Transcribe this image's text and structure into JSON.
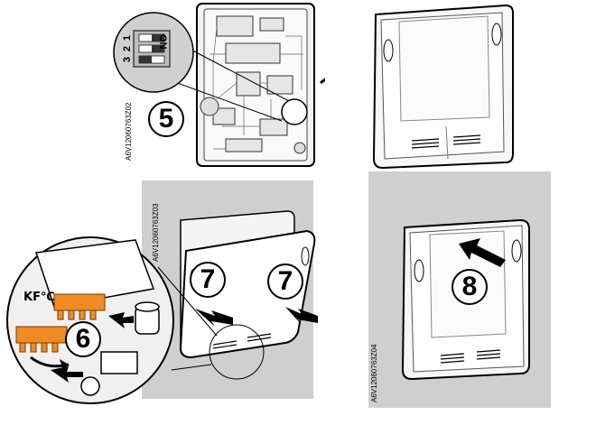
{
  "steps": {
    "s5": "5",
    "s6": "6",
    "s7a": "7",
    "s7b": "7",
    "s8": "8"
  },
  "figure_codes": {
    "top_left": "A6V12060763Z02",
    "bottom_left": "A6V12060763Z03",
    "bottom_right": "A6V12060763Z04"
  },
  "dip_switch": {
    "on_label": "ON",
    "positions": [
      "1",
      "2",
      "3"
    ]
  },
  "connector_marking": "KF℃",
  "colors": {
    "connector": "#f08a24",
    "background_panel": "#cfcfcf",
    "line": "#000000"
  }
}
